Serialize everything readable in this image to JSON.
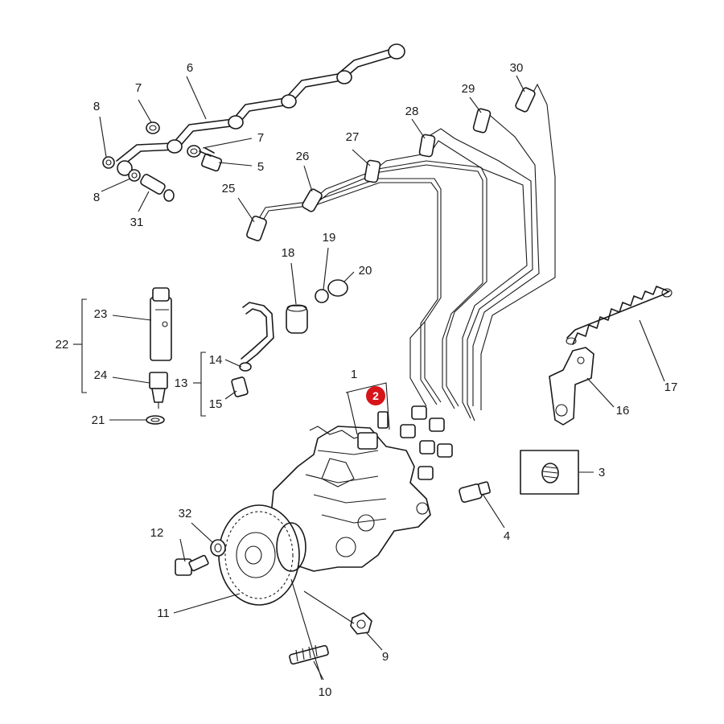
{
  "diagram": {
    "highlight_color": "#d7141a",
    "callouts": [
      "1",
      "2",
      "3",
      "4",
      "5",
      "6",
      "7",
      "7",
      "8",
      "8",
      "9",
      "10",
      "11",
      "12",
      "13",
      "14",
      "15",
      "16",
      "17",
      "18",
      "19",
      "20",
      "21",
      "22",
      "23",
      "24",
      "25",
      "26",
      "27",
      "28",
      "29",
      "30",
      "31",
      "32"
    ],
    "highlighted_callout": "2"
  }
}
